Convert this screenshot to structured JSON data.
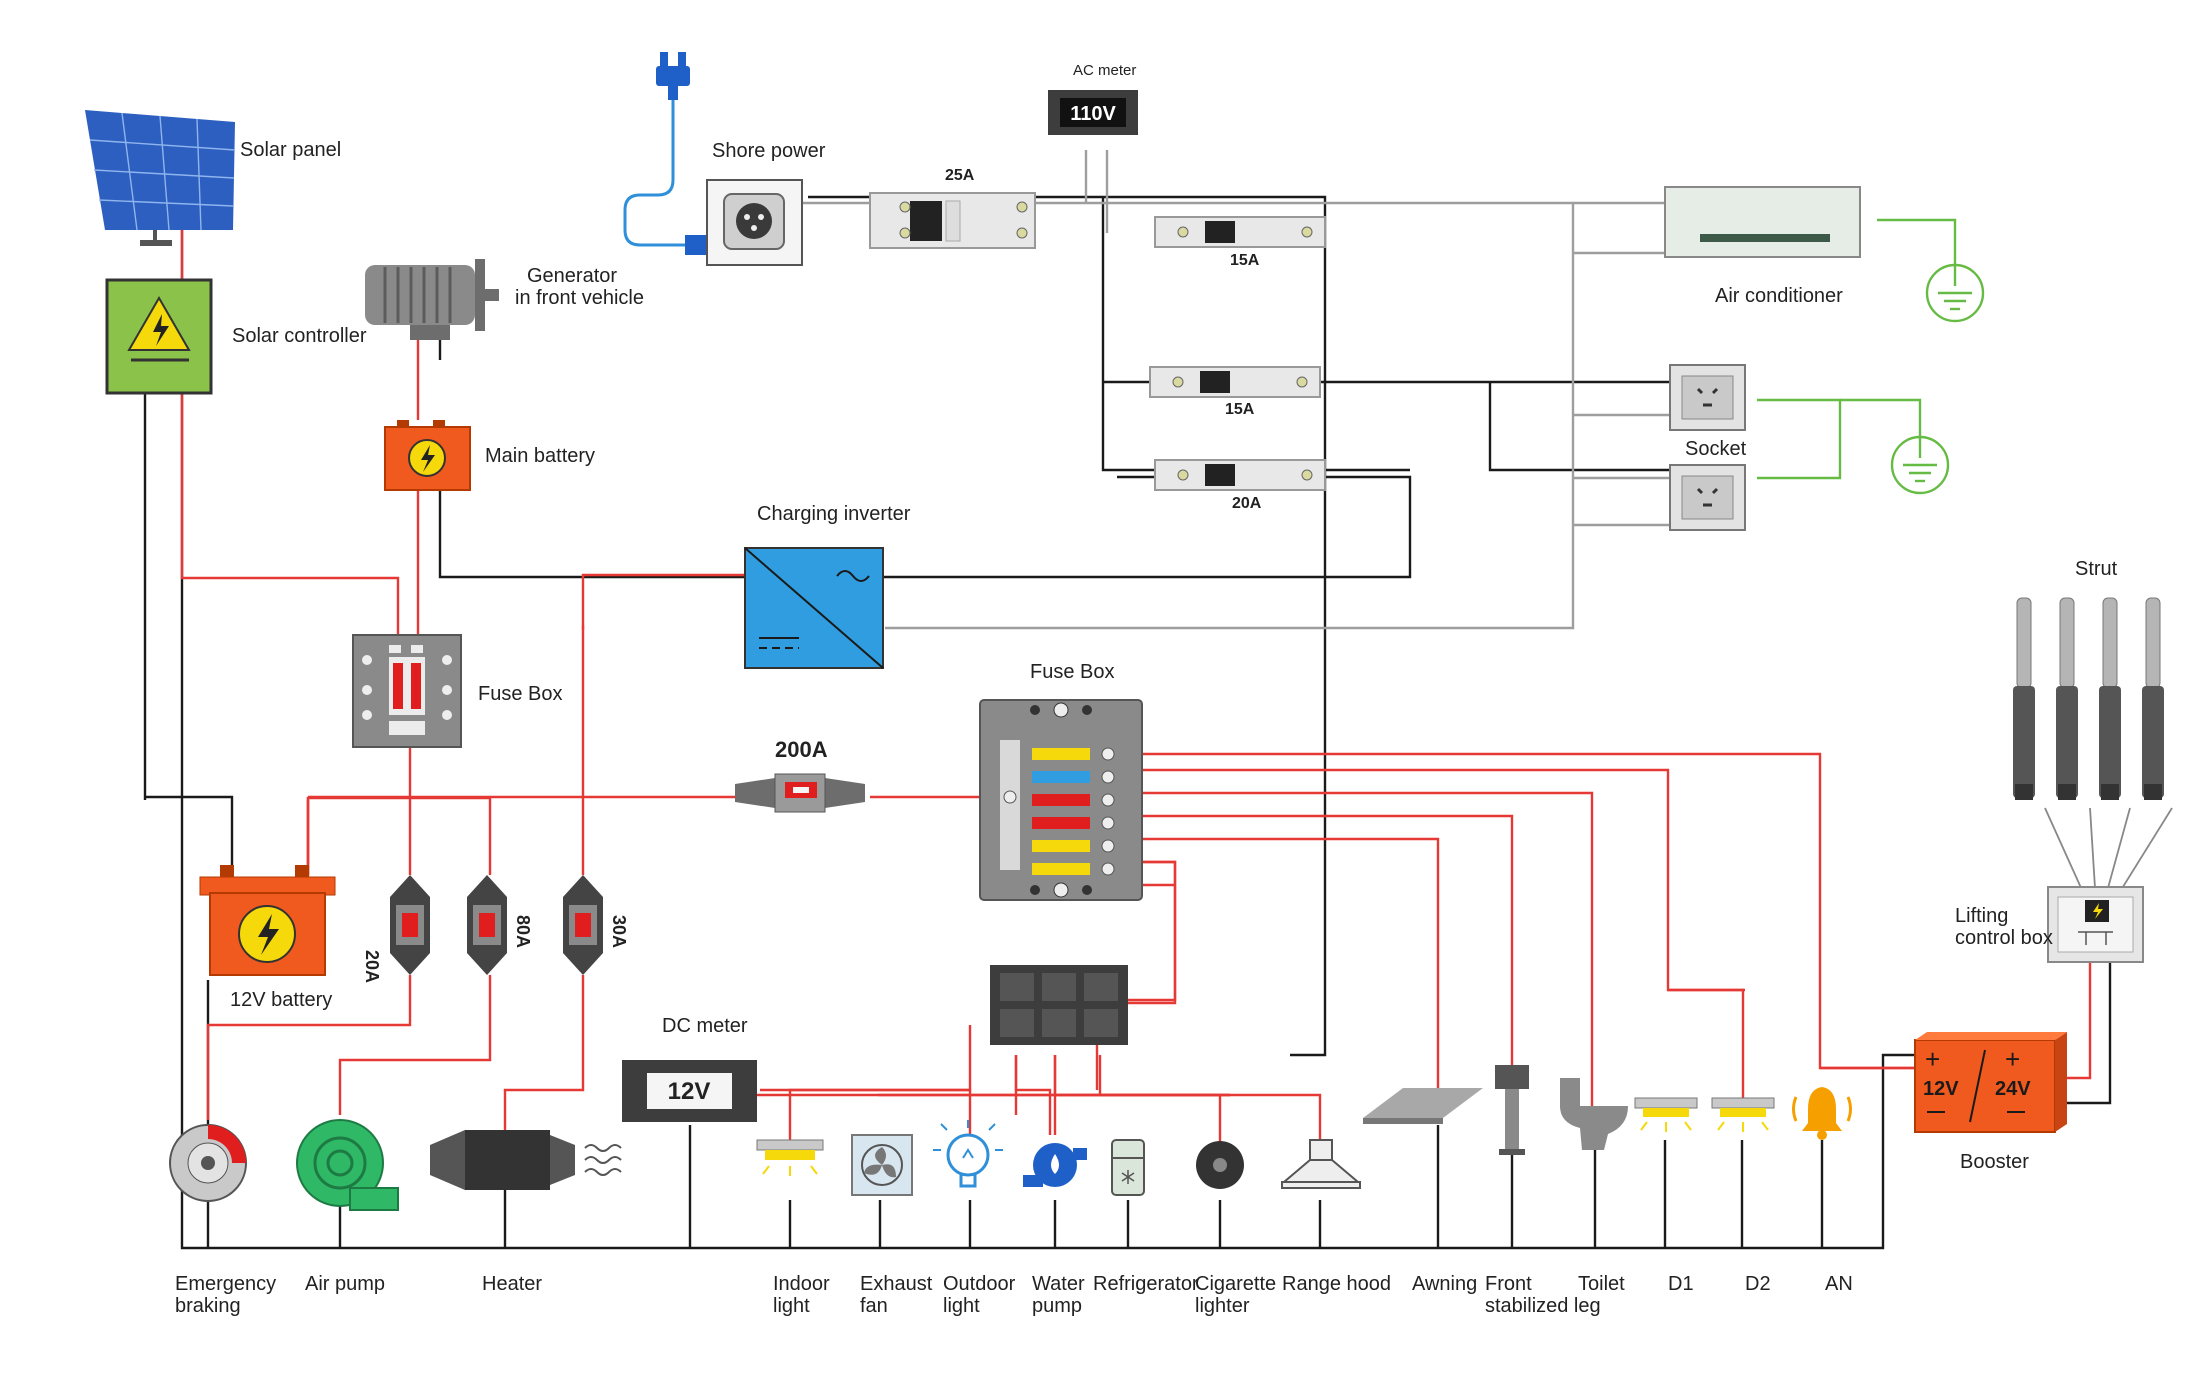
{
  "colors": {
    "wire_positive": "#e53935",
    "wire_negative": "#1a1a1a",
    "wire_ac": "#9e9e9e",
    "wire_ground": "#66bb44",
    "accent_orange": "#f05a1e",
    "inverter_blue": "#2f9ddf",
    "controller_green": "#8bc34a"
  },
  "components": {
    "solar_panel": "Solar panel",
    "solar_controller": "Solar controller",
    "generator_line1": "Generator",
    "generator_line2": "in front vehicle",
    "main_battery": "Main battery",
    "shore_power": "Shore power",
    "ac_meter": "AC meter",
    "ac_meter_value": "110V",
    "breaker_main": "25A",
    "breaker_ac": "15A",
    "breaker_socket": "15A",
    "breaker_inverter": "20A",
    "air_conditioner": "Air conditioner",
    "socket": "Socket",
    "charging_inverter": "Charging inverter",
    "fuse_box_left": "Fuse Box",
    "fuse_box_right": "Fuse Box",
    "main_fuse": "200A",
    "battery_12v": "12V battery",
    "fuse_20a": "20A",
    "fuse_80a": "80A",
    "fuse_30a": "30A",
    "dc_meter": "DC meter",
    "dc_meter_value": "12V",
    "strut": "Strut",
    "lifting_line1": "Lifting",
    "lifting_line2": "control box",
    "booster": "Booster",
    "booster_in": "12V",
    "booster_out": "24V"
  },
  "loads": {
    "emergency_line1": "Emergency",
    "emergency_line2": "braking",
    "air_pump": "Air pump",
    "heater": "Heater",
    "indoor_line1": "Indoor",
    "indoor_line2": "light",
    "exhaust_line1": "Exhaust",
    "exhaust_line2": "fan",
    "outdoor_line1": "Outdoor",
    "outdoor_line2": "light",
    "water_line1": "Water",
    "water_line2": "pump",
    "refrigerator": "Refrigerator",
    "cigarette_line1": "Cigarette",
    "cigarette_line2": "lighter",
    "range_hood": "Range hood",
    "awning": "Awning",
    "front_leg_line1": "Front",
    "front_leg_line2": "stabilized leg",
    "toilet": "Toilet",
    "d1": "D1",
    "d2": "D2",
    "an": "AN"
  },
  "fuse_blade_colors": [
    "#f5d90a",
    "#2f9ddf",
    "#e01e1e",
    "#e01e1e",
    "#f5d90a",
    "#f5d90a"
  ],
  "icons": [
    "lightning-icon",
    "plug-icon",
    "ground-icon",
    "brake-icon",
    "fan-icon",
    "bulb-icon",
    "pump-icon",
    "bell-icon"
  ]
}
